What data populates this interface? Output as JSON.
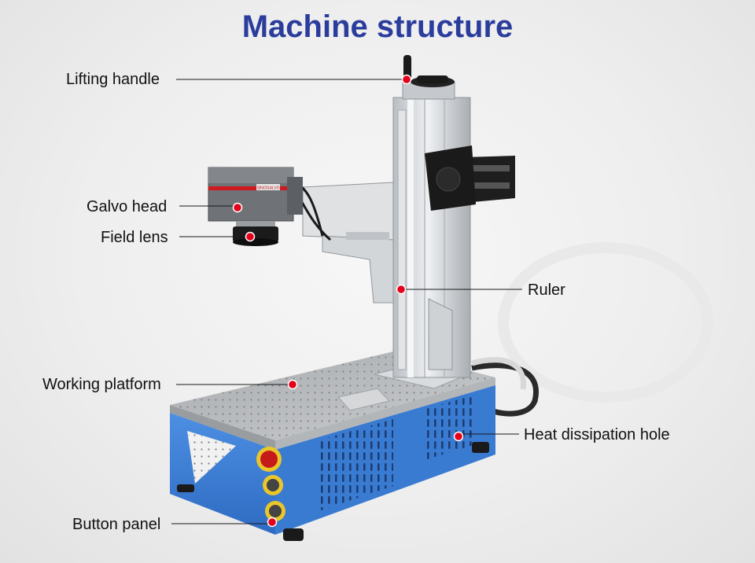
{
  "title": "Machine structure",
  "labels": {
    "lifting_handle": "Lifting handle",
    "galvo_head": "Galvo head",
    "field_lens": "Field lens",
    "ruler": "Ruler",
    "working_platform": "Working platform",
    "heat_dissipation_hole": "Heat dissipation hole",
    "button_panel": "Button panel"
  },
  "galvo_brand_text": "SINOGALVO",
  "colors": {
    "title": "#2b3d9c",
    "marker": "#e4001b",
    "base": "#3d7fd6",
    "aluminum": "#c8ccd0"
  }
}
